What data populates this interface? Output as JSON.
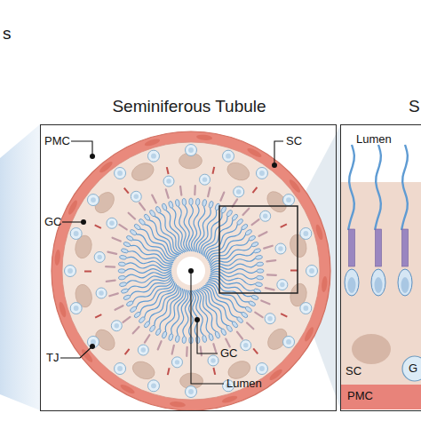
{
  "diagram": {
    "nodes": [
      {
        "text": [
          "Seminiferous Tubule"
        ]
      },
      {
        "text": [
          "S"
        ]
      }
    ],
    "labels": [
      "s",
      "PMC",
      "GC",
      "SC",
      "TJ",
      "GC",
      "Lumen",
      "Lumen",
      "SC",
      "PMC",
      "G"
    ]
  }
}
